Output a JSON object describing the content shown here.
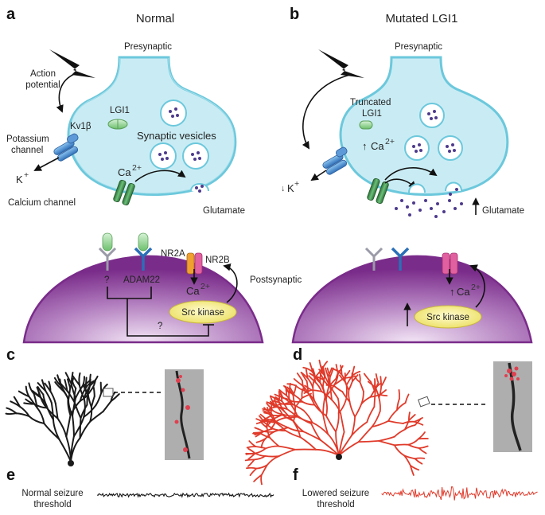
{
  "panels": {
    "a": {
      "letter": "a",
      "title": "Normal",
      "presynaptic": "Presynaptic",
      "action": "Action",
      "potential": "potential",
      "lgi1": "LGI1",
      "kv": "Kv1β",
      "potassium": "Potassium",
      "channel": "channel",
      "vesicles": "Synaptic vesicles",
      "ca": "Ca",
      "ca_sup": "2+",
      "k": "K",
      "k_sup": "+",
      "calcium_channel": "Calcium channel",
      "glutamate": "Glutamate",
      "nr2a": "NR2A",
      "nr2b": "NR2B",
      "q1": "?",
      "q2": "?",
      "adam22": "ADAM22",
      "post_ca": "Ca",
      "post_ca_sup": "2+",
      "src": "Src kinase",
      "postsynaptic": "Postsynaptic"
    },
    "b": {
      "letter": "b",
      "title": "Mutated LGI1",
      "presynaptic": "Presynaptic",
      "truncated": "Truncated",
      "lgi1": "LGI1",
      "ca": "Ca",
      "ca_sup": "2+",
      "k": "K",
      "k_sup": "+",
      "glutamate": "Glutamate",
      "post_ca": "Ca",
      "post_ca_sup": "2+",
      "src": "Src kinase"
    },
    "c": {
      "letter": "c"
    },
    "d": {
      "letter": "d"
    },
    "e": {
      "letter": "e",
      "line1": "Normal seizure",
      "line2": "threshold"
    },
    "f": {
      "letter": "f",
      "line1": "Lowered seizure",
      "line2": "threshold"
    }
  },
  "colors": {
    "presynaptic_fill": "#c9ecf4",
    "presynaptic_stroke": "#6cc8dc",
    "postsynaptic": "#8a3d98",
    "potassium_channel": "#3d7fc9",
    "calcium_channel": "#3f8a48",
    "lgi1": "#a3d9a3",
    "vesicle_dots": "#4d3a8c",
    "src_kinase": "#f5f08a",
    "nr2a": "#f0a030",
    "nr2b": "#e060a0",
    "normal_neuron": "#1a1a1a",
    "mutant_neuron": "#e03a2a",
    "normal_trace": "#111111",
    "mutant_trace": "#e03a2a"
  }
}
